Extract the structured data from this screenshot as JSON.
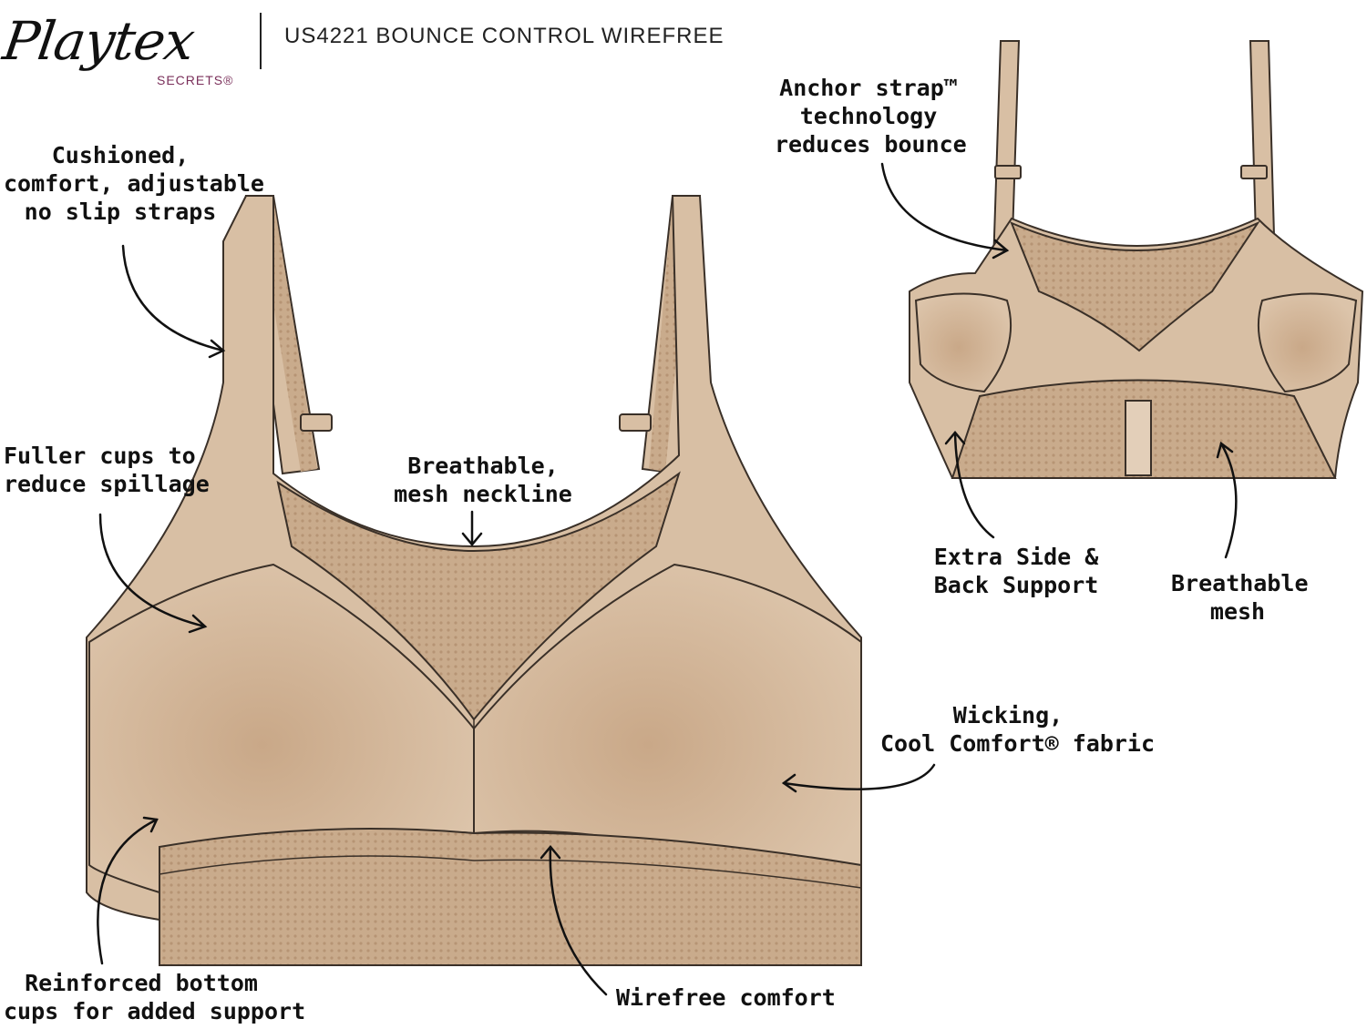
{
  "brand": {
    "name": "Playtex",
    "sub": "SECRETS®"
  },
  "product_title": "US4221 BOUNCE CONTROL WIREFREE",
  "callouts": {
    "straps": [
      "Cushioned,",
      "comfort, adjustable",
      "no slip straps"
    ],
    "cups": [
      "Fuller cups to",
      "reduce spillage"
    ],
    "neckline": [
      "Breathable,",
      "mesh neckline"
    ],
    "bottom": [
      "Reinforced bottom",
      "cups for added support"
    ],
    "wirefree": [
      "Wirefree comfort"
    ],
    "wicking": [
      "Wicking,",
      "Cool Comfort® fabric"
    ],
    "anchor": [
      "Anchor strap™",
      "technology",
      "reduces bounce"
    ],
    "side_back": [
      "Extra Side &",
      "Back Support"
    ],
    "mesh": [
      "Breathable",
      "mesh"
    ]
  },
  "colors": {
    "fabric": "#d8bfa4",
    "fabric_shadow": "#c7a888",
    "mesh": "#c9ab8c",
    "outline": "#3a3028",
    "brand_accent": "#7a2f5a"
  }
}
